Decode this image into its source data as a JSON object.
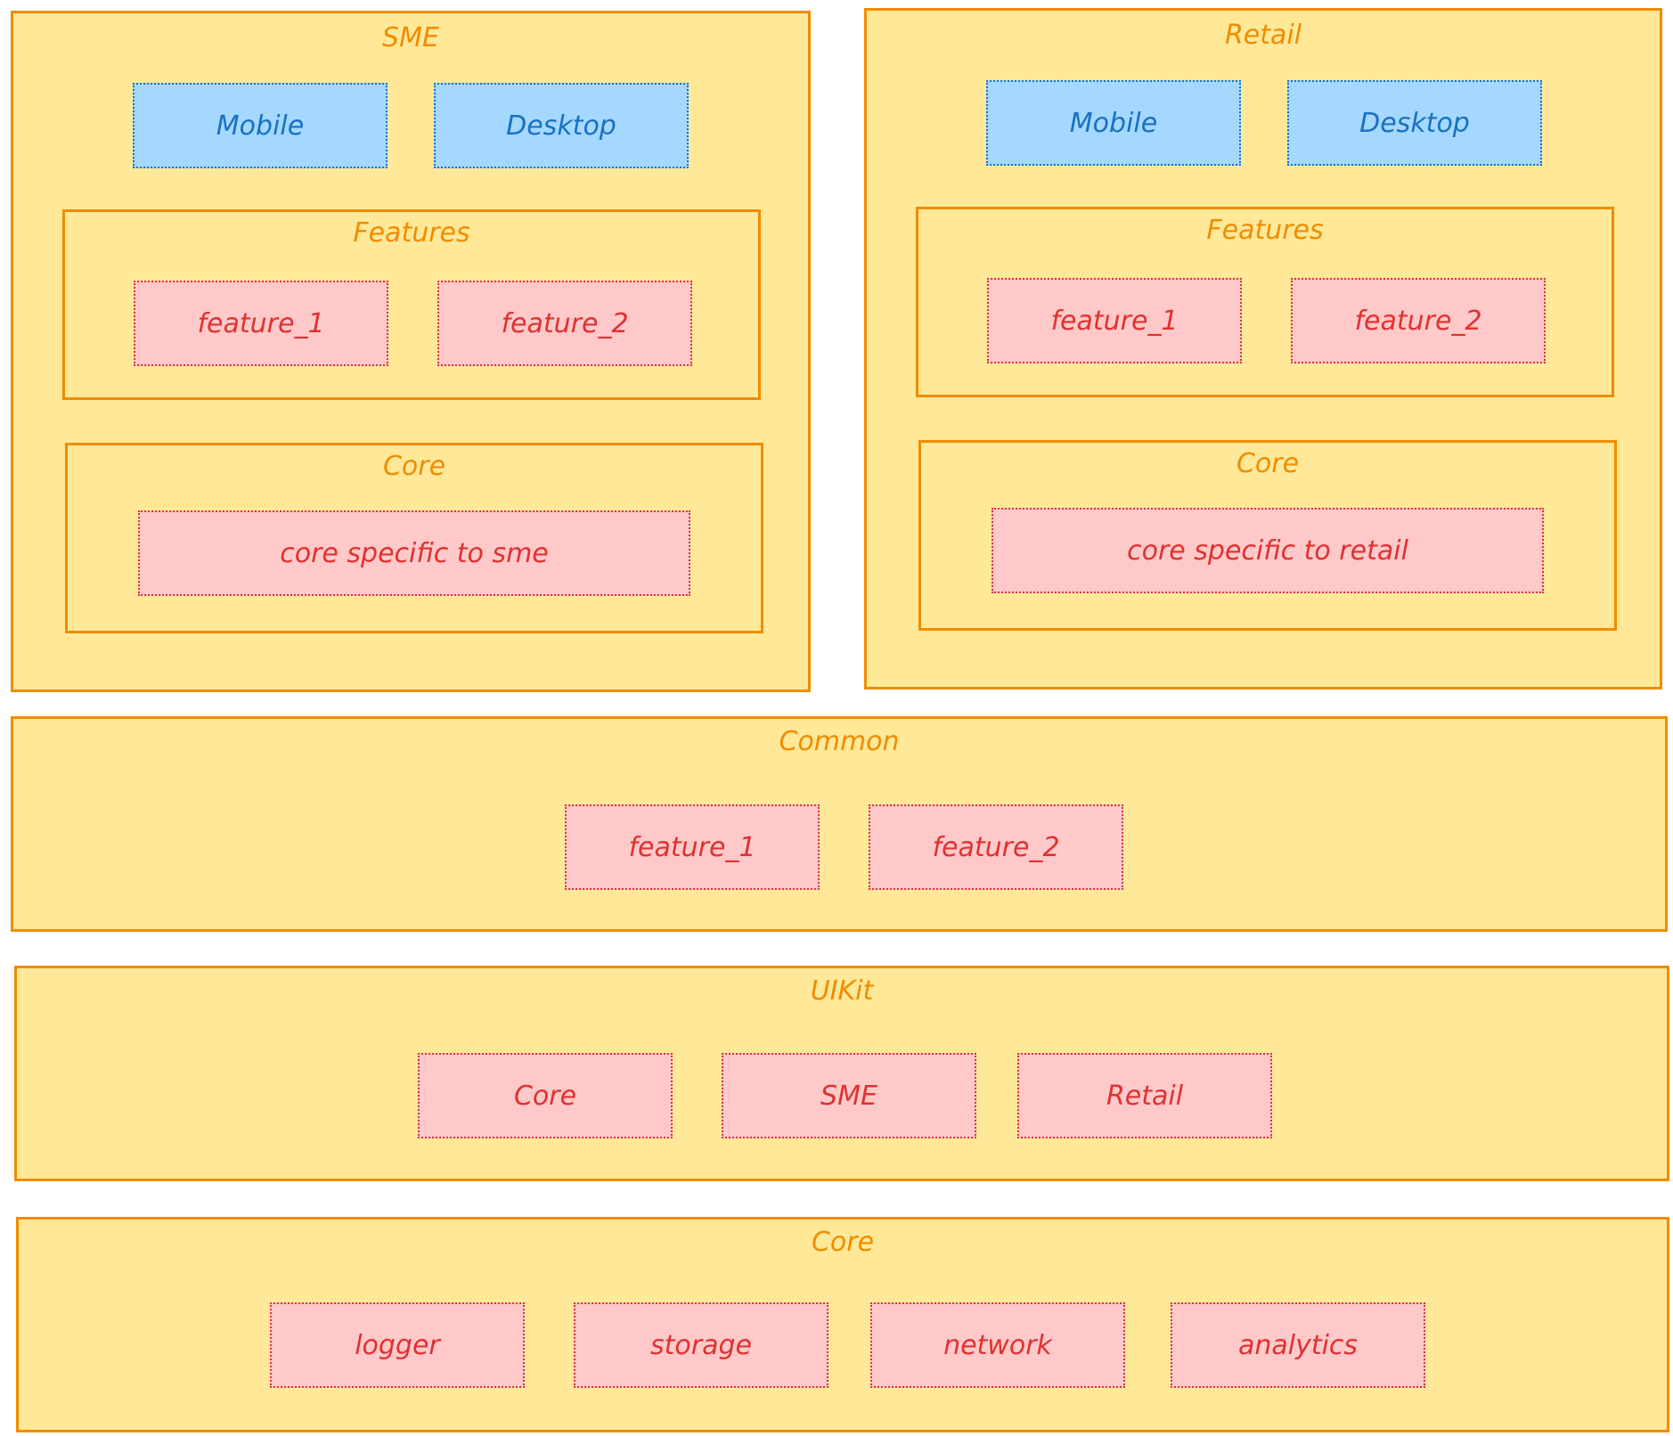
{
  "sme": {
    "title": "SME",
    "apps": [
      "Mobile",
      "Desktop"
    ],
    "features": {
      "title": "Features",
      "items": [
        "feature_1",
        "feature_2"
      ]
    },
    "core": {
      "title": "Core",
      "item": "core specific to sme"
    }
  },
  "retail": {
    "title": "Retail",
    "apps": [
      "Mobile",
      "Desktop"
    ],
    "features": {
      "title": "Features",
      "items": [
        "feature_1",
        "feature_2"
      ]
    },
    "core": {
      "title": "Core",
      "item": "core specific to retail"
    }
  },
  "common": {
    "title": "Common",
    "items": [
      "feature_1",
      "feature_2"
    ]
  },
  "uikit": {
    "title": "UIKit",
    "items": [
      "Core",
      "SME",
      "Retail"
    ]
  },
  "core": {
    "title": "Core",
    "items": [
      "logger",
      "storage",
      "network",
      "analytics"
    ]
  },
  "colors": {
    "container_fill": "#ffe998",
    "container_stroke": "#f08c00",
    "app_fill": "#a5d8ff",
    "app_stroke": "#1971c2",
    "module_fill": "#ffc9c9",
    "module_stroke": "#e03131"
  }
}
